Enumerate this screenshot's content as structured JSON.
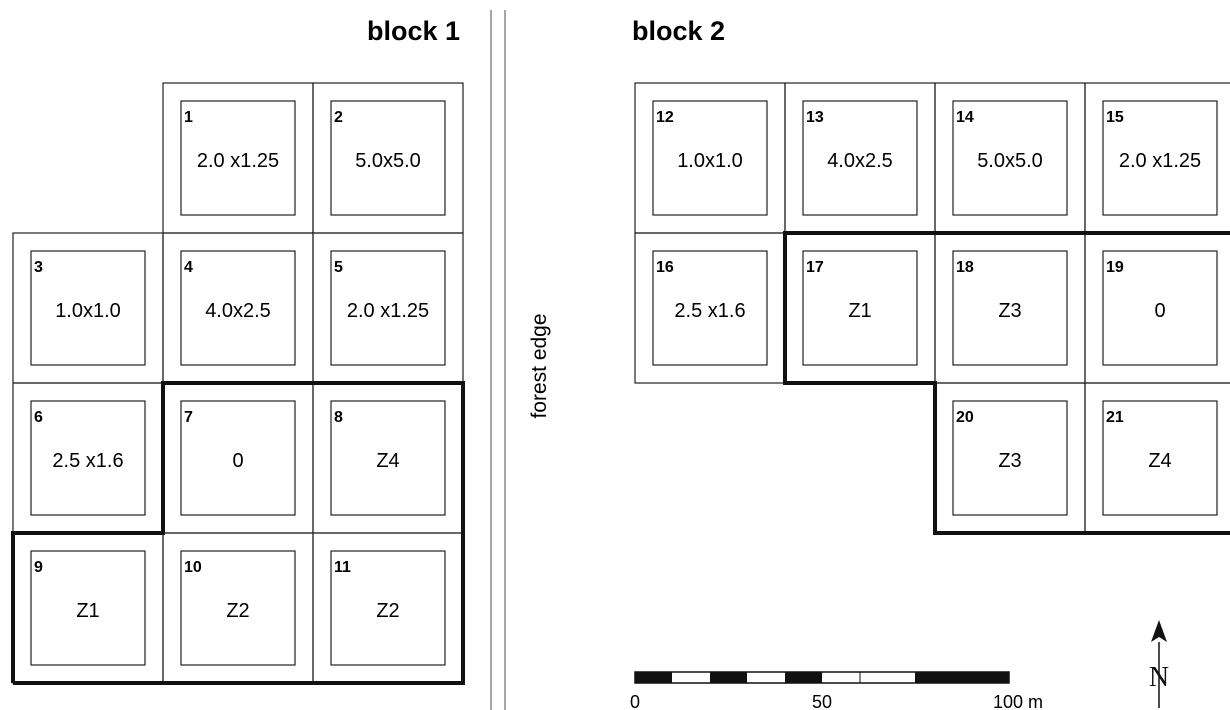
{
  "blocks": [
    {
      "title": "block 1"
    },
    {
      "title": "block 2"
    }
  ],
  "divider_label": "forest edge",
  "plots": [
    {
      "id": "1",
      "treatment": "2.0 x1.25"
    },
    {
      "id": "2",
      "treatment": "5.0x5.0"
    },
    {
      "id": "3",
      "treatment": "1.0x1.0"
    },
    {
      "id": "4",
      "treatment": "4.0x2.5"
    },
    {
      "id": "5",
      "treatment": "2.0 x1.25"
    },
    {
      "id": "6",
      "treatment": "2.5 x1.6"
    },
    {
      "id": "7",
      "treatment": "0"
    },
    {
      "id": "8",
      "treatment": "Z4"
    },
    {
      "id": "9",
      "treatment": "Z1"
    },
    {
      "id": "10",
      "treatment": "Z2"
    },
    {
      "id": "11",
      "treatment": "Z2"
    },
    {
      "id": "12",
      "treatment": "1.0x1.0"
    },
    {
      "id": "13",
      "treatment": "4.0x2.5"
    },
    {
      "id": "14",
      "treatment": "5.0x5.0"
    },
    {
      "id": "15",
      "treatment": "2.0 x1.25"
    },
    {
      "id": "16",
      "treatment": "2.5 x1.6"
    },
    {
      "id": "17",
      "treatment": "Z1"
    },
    {
      "id": "18",
      "treatment": "Z3"
    },
    {
      "id": "19",
      "treatment": "0"
    },
    {
      "id": "20",
      "treatment": "Z3"
    },
    {
      "id": "21",
      "treatment": "Z4"
    }
  ],
  "scale_bar": {
    "labels": [
      "0",
      "50",
      "100 m"
    ]
  },
  "north_arrow": {
    "label": "N"
  }
}
